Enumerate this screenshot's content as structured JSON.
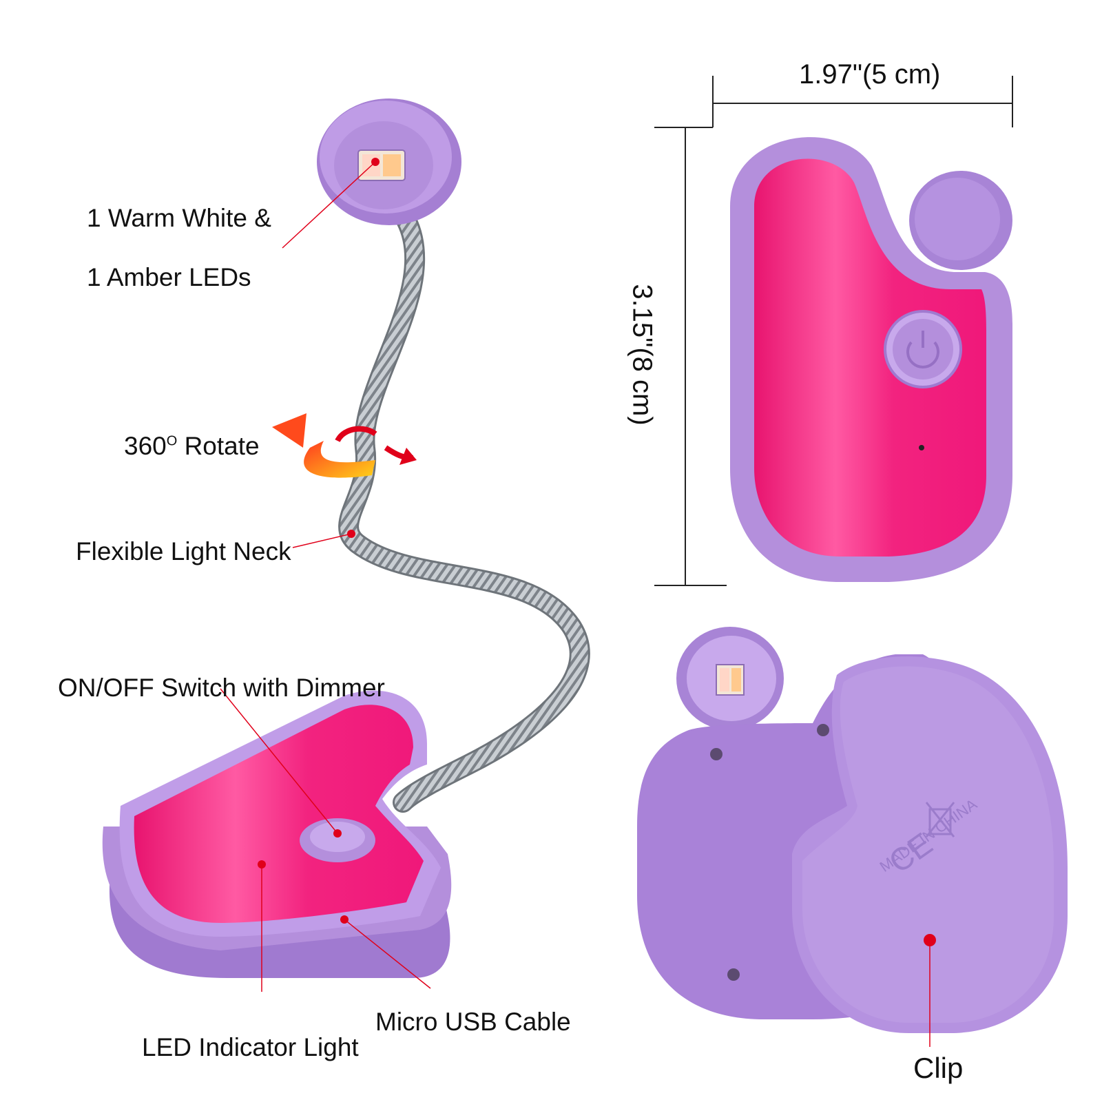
{
  "labels": {
    "leds_line1": "1 Warm White &",
    "leds_line2": "1 Amber LEDs",
    "rotate": "360",
    "rotate_degree": "O",
    "rotate_suffix": "Rotate",
    "neck": "Flexible Light Neck",
    "switch": "ON/OFF Switch with Dimmer",
    "usb": "Micro USB Cable",
    "indicator": "LED Indicator Light",
    "clip": "Clip",
    "back_text": "MADE IN CHINA",
    "ce_mark": "CE"
  },
  "dimensions": {
    "width": "1.97\"(5 cm)",
    "height": "3.15\"(8 cm)"
  },
  "colors": {
    "lavender": "#b48fdc",
    "lavender_dark": "#9b74c8",
    "pink": "#f2237f",
    "pink_light": "#ff5aa3",
    "metal": "#9aa0a6",
    "marker": "#e0001a",
    "leader": "#e0001a"
  }
}
